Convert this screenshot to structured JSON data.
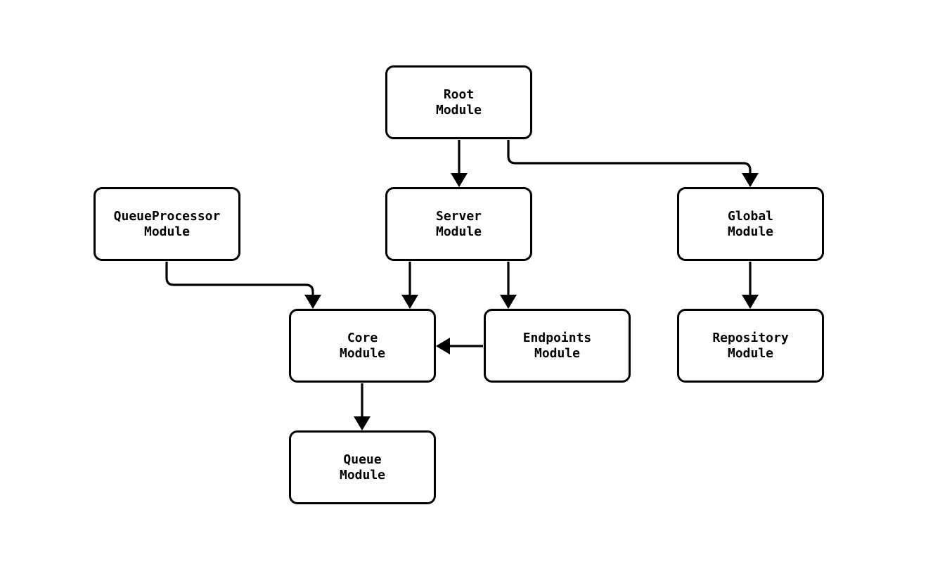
{
  "diagram": {
    "type": "module-dependency-graph",
    "colors": {
      "background": "#ffffff",
      "stroke": "#000000",
      "node_fill": "#ffffff",
      "text": "#000000"
    },
    "nodes": [
      {
        "id": "root",
        "line1": "Root",
        "line2": "Module"
      },
      {
        "id": "server",
        "line1": "Server",
        "line2": "Module"
      },
      {
        "id": "queueprocessor",
        "line1": "QueueProcessor",
        "line2": "Module"
      },
      {
        "id": "global",
        "line1": "Global",
        "line2": "Module"
      },
      {
        "id": "core",
        "line1": "Core",
        "line2": "Module"
      },
      {
        "id": "endpoints",
        "line1": "Endpoints",
        "line2": "Module"
      },
      {
        "id": "repository",
        "line1": "Repository",
        "line2": "Module"
      },
      {
        "id": "queue",
        "line1": "Queue",
        "line2": "Module"
      }
    ],
    "edges": [
      {
        "from": "Root Module",
        "to": "Server Module"
      },
      {
        "from": "Root Module",
        "to": "Global Module"
      },
      {
        "from": "QueueProcessor Module",
        "to": "Core Module"
      },
      {
        "from": "Server Module",
        "to": "Core Module"
      },
      {
        "from": "Server Module",
        "to": "Endpoints Module"
      },
      {
        "from": "Endpoints Module",
        "to": "Core Module"
      },
      {
        "from": "Global Module",
        "to": "Repository Module"
      },
      {
        "from": "Core Module",
        "to": "Queue Module"
      }
    ]
  }
}
